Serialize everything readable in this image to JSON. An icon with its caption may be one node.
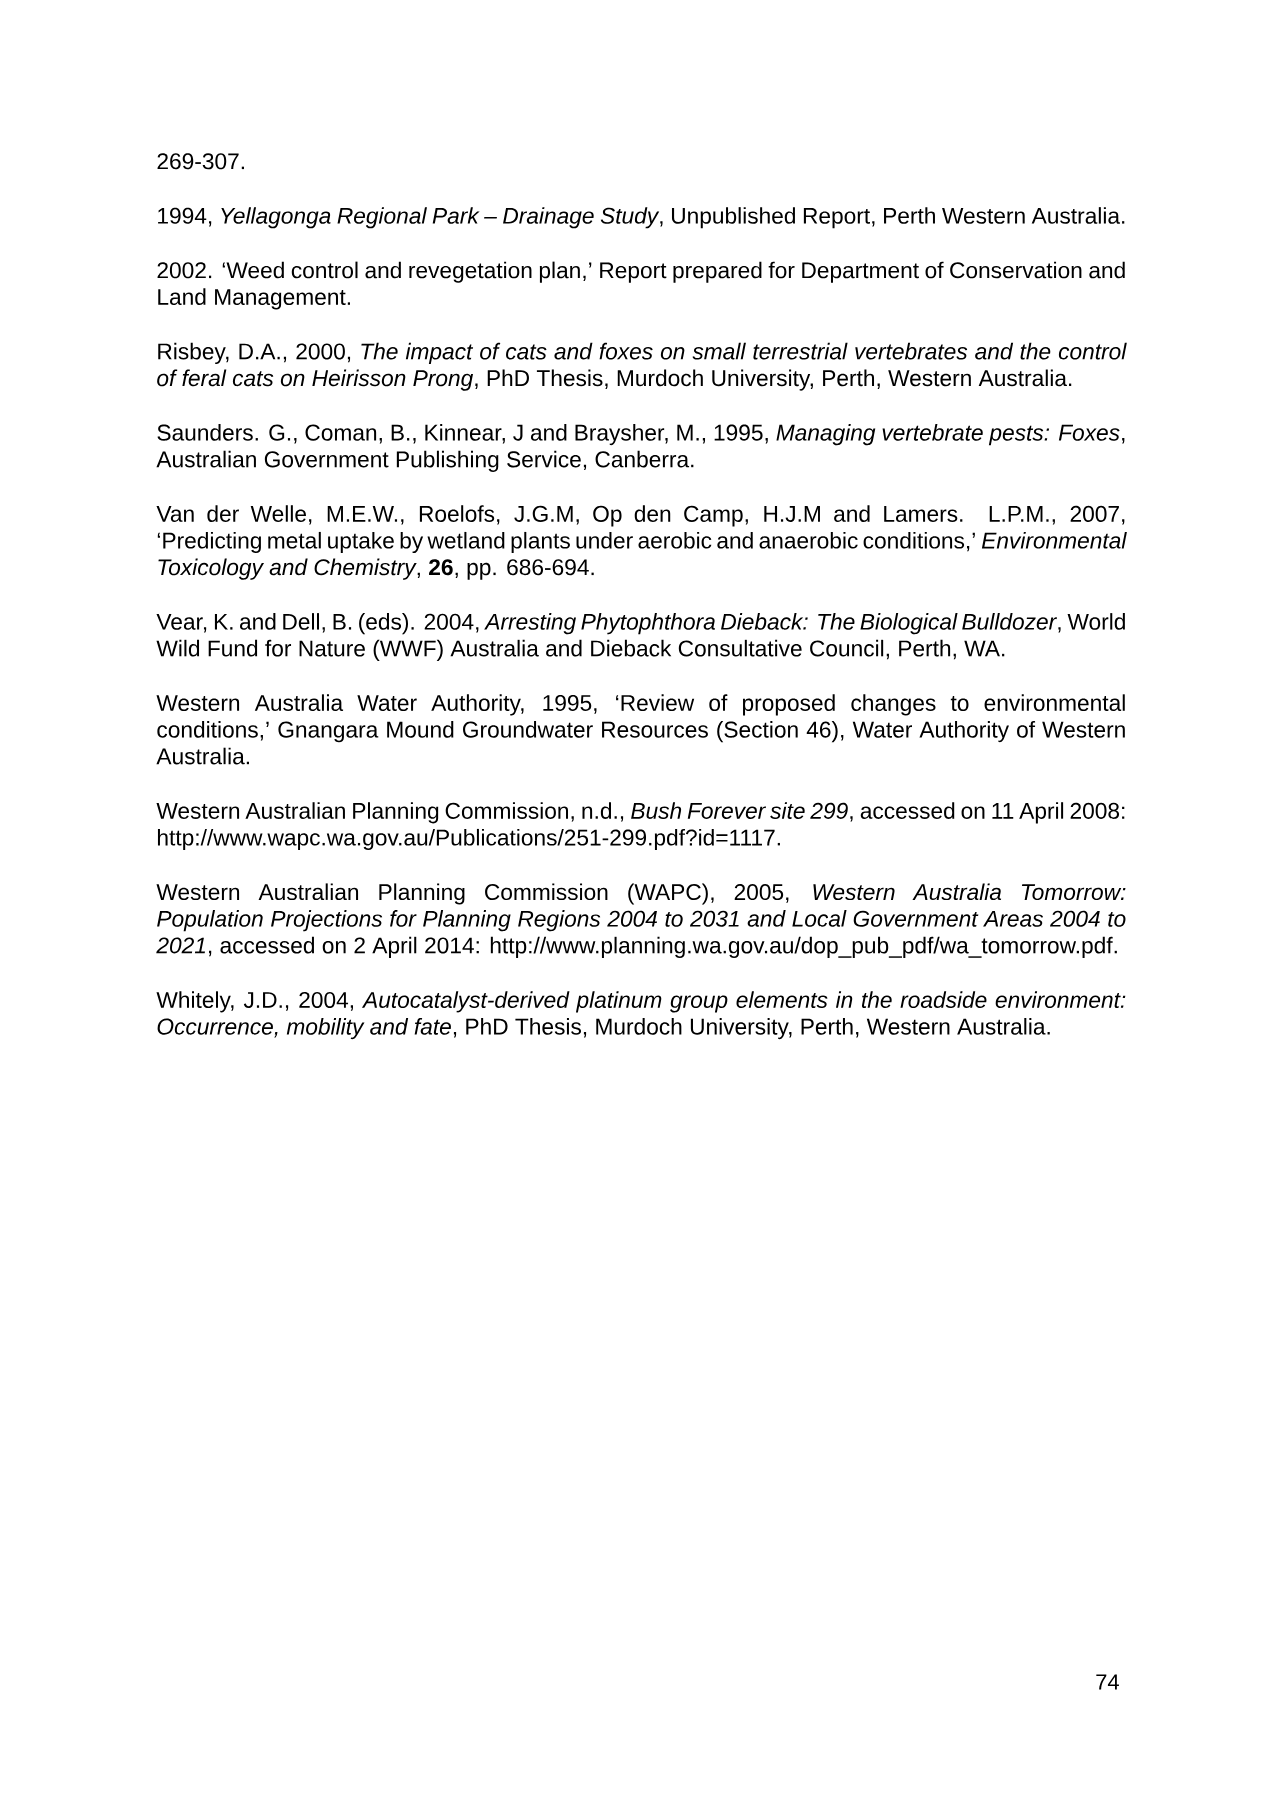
{
  "diagram": {
    "labels": [
      "269-307.",
      "1994, *Yellagonga Regional Park – Drainage Study*, Unpublished Report, Perth Western Australia.",
      "2002. ‘Weed control and revegetation plan,’ Report prepared for Department of Conservation and Land Management.",
      "Risbey, D.A., 2000, *The impact of cats and foxes on small terrestrial vertebrates and the control of feral cats on Heirisson Prong*, PhD Thesis, Murdoch University, Perth, Western Australia.",
      "Saunders. G., Coman, B., Kinnear, J and Braysher, M., 1995, *Managing vertebrate pests: Foxes*, Australian Government Publishing Service, Canberra.",
      "Van der Welle, M.E.W., Roelofs, J.G.M, Op den Camp, H.J.M and Lamers. L.P.M., 2007, ‘Predicting metal uptake by wetland plants under aerobic and anaerobic conditions,’ *Environmental Toxicology and Chemistry*, **26**, pp. 686-694.",
      "Vear, K. and Dell, B. (eds). 2004, *Arresting Phytophthora Dieback: The Biological Bulldozer*, World Wild Fund for Nature (WWF) Australia and Dieback Consultative Council, Perth, WA.",
      "Western Australia Water Authority, 1995, ‘Review of proposed changes to environmental conditions,’ Gnangara Mound Groundwater Resources (Section 46), Water Authority of Western Australia.",
      "Western Australian Planning Commission, n.d., *Bush Forever site 299*, accessed on 11 April 2008: http://www.wapc.wa.gov.au/Publications/251-299.pdf?id=1117.",
      "Western Australian Planning Commission (WAPC), 2005, *Western Australia Tomorrow: Population Projections for Planning Regions 2004 to 2031 and Local Government Areas 2004 to 2021*, accessed on 2 April 2014: http://www.planning.wa.gov.au/dop_pub_pdf/wa_tomorrow.pdf.",
      "Whitely, J.D., 2004, *Autocatalyst-derived platinum group elements in the roadside environment: Occurrence, mobility and fate*, PhD Thesis, Murdoch University, Perth, Western Australia.",
      "74"
    ]
  }
}
